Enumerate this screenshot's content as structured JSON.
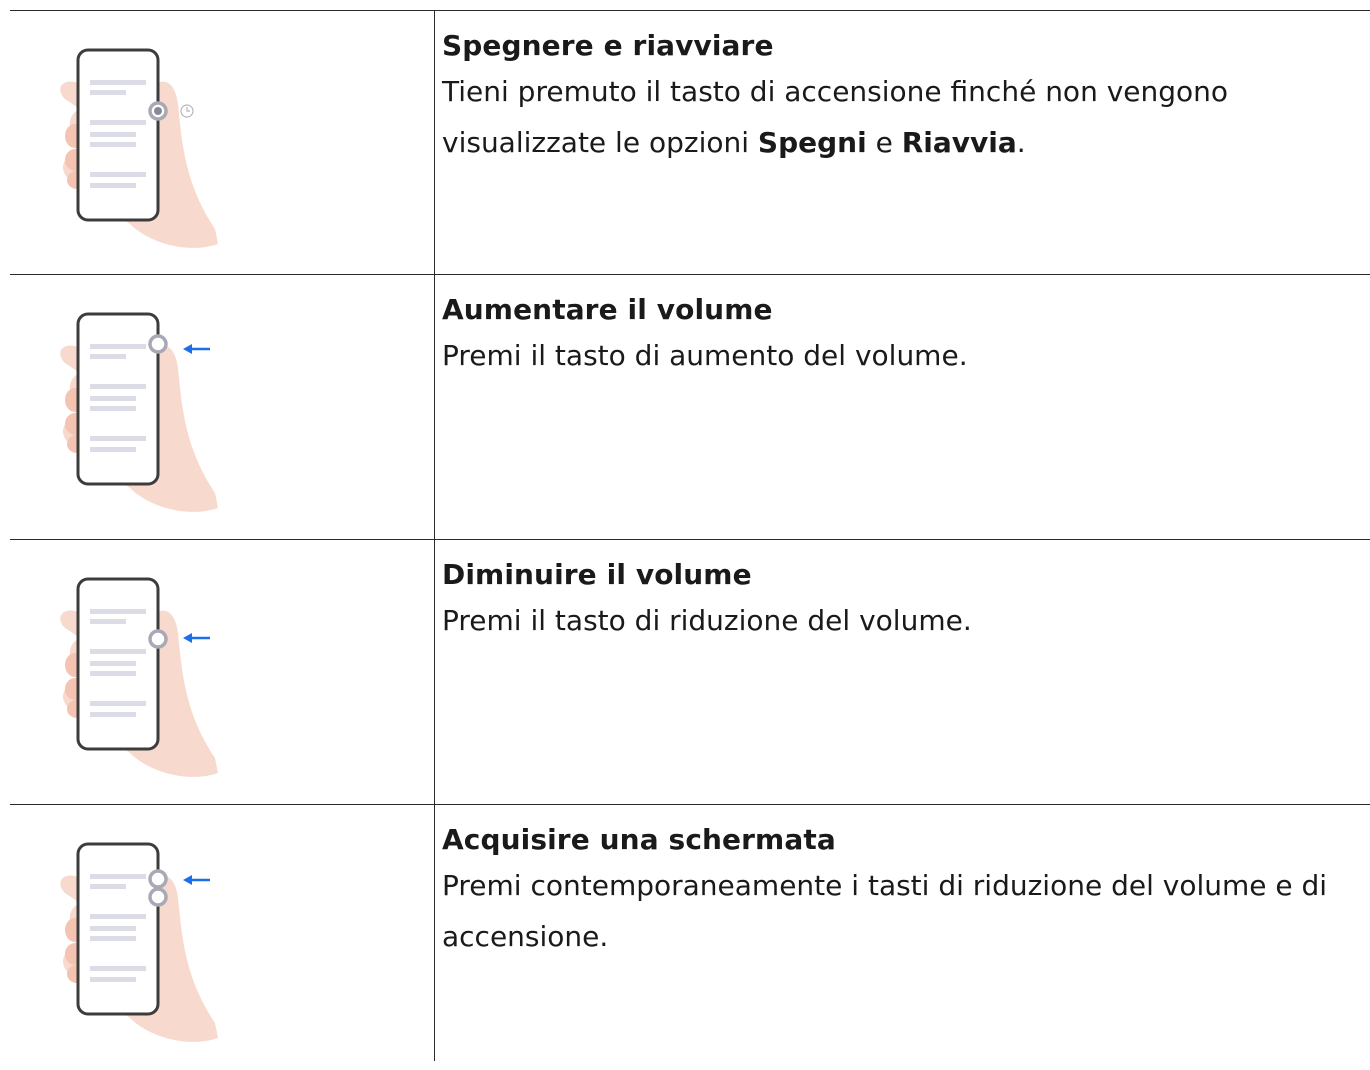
{
  "rows": [
    {
      "title": "Spegnere e riavviare",
      "desc_pre": "Tieni premuto il tasto di accensione finché non vengono visualizzate le opzioni ",
      "desc_bold1": "Spegni",
      "desc_mid": " e ",
      "desc_bold2": "Riavvia",
      "desc_post": "."
    },
    {
      "title": "Aumentare il volume",
      "desc": "Premi il tasto di aumento del volume."
    },
    {
      "title": "Diminuire il volume",
      "desc": "Premi il tasto di riduzione del volume."
    },
    {
      "title": "Acquisire una schermata",
      "desc": "Premi contemporaneamente i tasti di riduzione del volume e di accensione."
    }
  ],
  "icons": {
    "row0": "phone-power-hold-icon",
    "row1": "phone-volume-up-icon",
    "row2": "phone-volume-down-icon",
    "row3": "phone-screenshot-icon"
  },
  "colors": {
    "border": "#2b2b2b",
    "hand": "#f6d2c4",
    "phone_frame": "#3c3c3c",
    "screen_lines": "#dcdce6",
    "button_ring": "#a9a9b6",
    "arrow": "#1c6fe8"
  }
}
